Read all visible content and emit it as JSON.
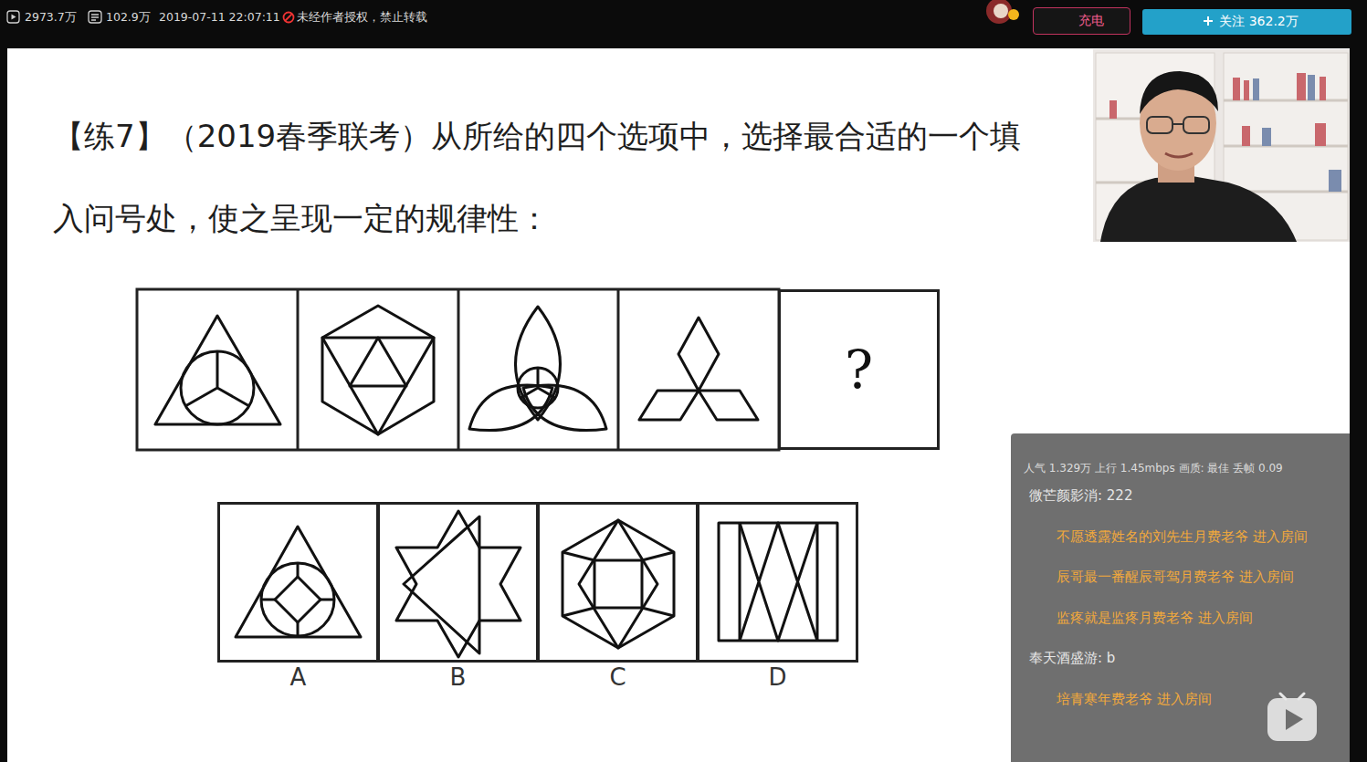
{
  "diagram": {
    "title": "【练7】（2019春季联考）从所给的四个选项中，选择最合适的一个填入问号处，使之呈现一定的规律性：",
    "nodes": [
      {
        "text": [
          "充电"
        ]
      },
      {
        "text": [
          "关注 362.2万"
        ]
      },
      {
        "text": [
          "?"
        ]
      },
      {
        "text": [
          "A"
        ]
      },
      {
        "text": [
          "B"
        ]
      },
      {
        "text": [
          "C"
        ]
      },
      {
        "text": [
          "D"
        ]
      },
      {
        "text": [
          "人气 1.329万 上行 1.45mbps 画质: 最佳 丢帧 0.09",
          "微芒颜影消: 222",
          "不愿透露姓名的刘先生月费老爷 进入房间",
          "辰哥最一番醒辰哥驾月费老爷 进入房间",
          "监疼就是监疼月费老爷 进入房间",
          "奉天酒盛游: b",
          "培青寒年费老爷 进入房间"
        ]
      }
    ],
    "labels": [
      "2973.7万",
      "102.9万",
      "2019-07-11 22:07:11",
      "未经作者授权，禁止转载"
    ]
  }
}
